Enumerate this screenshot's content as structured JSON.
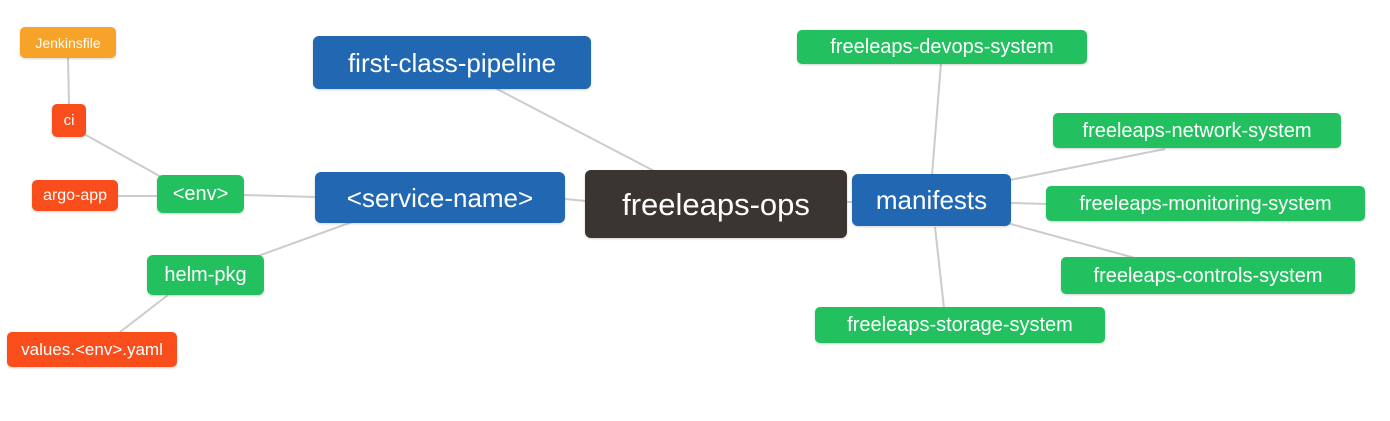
{
  "diagram": {
    "type": "mindmap",
    "root_id": "freeleaps-ops",
    "colors": {
      "blue": "#2167b1",
      "green": "#22c05e",
      "red": "#f94d1c",
      "amber": "#f7a228",
      "dark": "#3a3531",
      "edge": "#cccccc",
      "text": "#ffffff",
      "background": "#ffffff"
    },
    "nodes": [
      {
        "id": "jenkinsfile",
        "label": "Jenkinsfile",
        "color": "amber"
      },
      {
        "id": "ci",
        "label": "ci",
        "color": "red"
      },
      {
        "id": "argo-app",
        "label": "argo-app",
        "color": "red"
      },
      {
        "id": "env",
        "label": "<env>",
        "color": "green"
      },
      {
        "id": "helm-pkg",
        "label": "helm-pkg",
        "color": "green"
      },
      {
        "id": "values-env-yaml",
        "label": "values.<env>.yaml",
        "color": "red"
      },
      {
        "id": "first-class-pipeline",
        "label": "first-class-pipeline",
        "color": "blue"
      },
      {
        "id": "service-name",
        "label": "<service-name>",
        "color": "blue"
      },
      {
        "id": "freeleaps-ops",
        "label": "freeleaps-ops",
        "color": "dark"
      },
      {
        "id": "manifests",
        "label": "manifests",
        "color": "blue"
      },
      {
        "id": "devops-system",
        "label": "freeleaps-devops-system",
        "color": "green"
      },
      {
        "id": "network-system",
        "label": "freeleaps-network-system",
        "color": "green"
      },
      {
        "id": "monitoring-system",
        "label": "freeleaps-monitoring-system",
        "color": "green"
      },
      {
        "id": "controls-system",
        "label": "freeleaps-controls-system",
        "color": "green"
      },
      {
        "id": "storage-system",
        "label": "freeleaps-storage-system",
        "color": "green"
      }
    ],
    "edges": [
      {
        "from": "jenkinsfile",
        "to": "ci"
      },
      {
        "from": "ci",
        "to": "env"
      },
      {
        "from": "argo-app",
        "to": "env"
      },
      {
        "from": "env",
        "to": "service-name"
      },
      {
        "from": "helm-pkg",
        "to": "service-name"
      },
      {
        "from": "values-env-yaml",
        "to": "helm-pkg"
      },
      {
        "from": "first-class-pipeline",
        "to": "freeleaps-ops"
      },
      {
        "from": "service-name",
        "to": "freeleaps-ops"
      },
      {
        "from": "freeleaps-ops",
        "to": "manifests"
      },
      {
        "from": "manifests",
        "to": "devops-system"
      },
      {
        "from": "manifests",
        "to": "network-system"
      },
      {
        "from": "manifests",
        "to": "monitoring-system"
      },
      {
        "from": "manifests",
        "to": "controls-system"
      },
      {
        "from": "manifests",
        "to": "storage-system"
      }
    ]
  }
}
